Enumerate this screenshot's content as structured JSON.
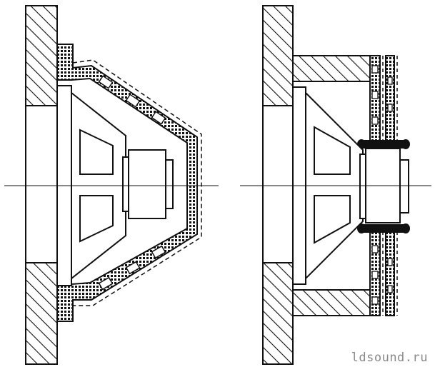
{
  "watermark": "ldsound.ru",
  "colors": {
    "ink": "#111111",
    "paper": "#ffffff",
    "watermark": "#8a8a8a"
  },
  "figures": [
    {
      "id": "left",
      "description_key": "speaker-in-sealed-conical-enclosure"
    },
    {
      "id": "right",
      "description_key": "speaker-in-cylindrical-enclosure-with-damped-walls"
    }
  ]
}
